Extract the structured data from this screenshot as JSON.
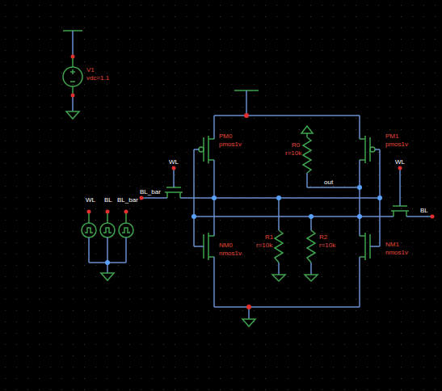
{
  "diagram": {
    "labels": [
      "V1",
      "vdc=1.1",
      "WL",
      "BL",
      "BL_bar",
      "WL",
      "BL_bar",
      "PM0",
      "pmos1v",
      "NM0",
      "nmos1v",
      "R0",
      "r=10k",
      "out",
      "R1",
      "r=10k",
      "R2",
      "r=10k",
      "PM1",
      "pmos1v",
      "NM1",
      "nmos1v",
      "WL",
      "BL"
    ]
  }
}
